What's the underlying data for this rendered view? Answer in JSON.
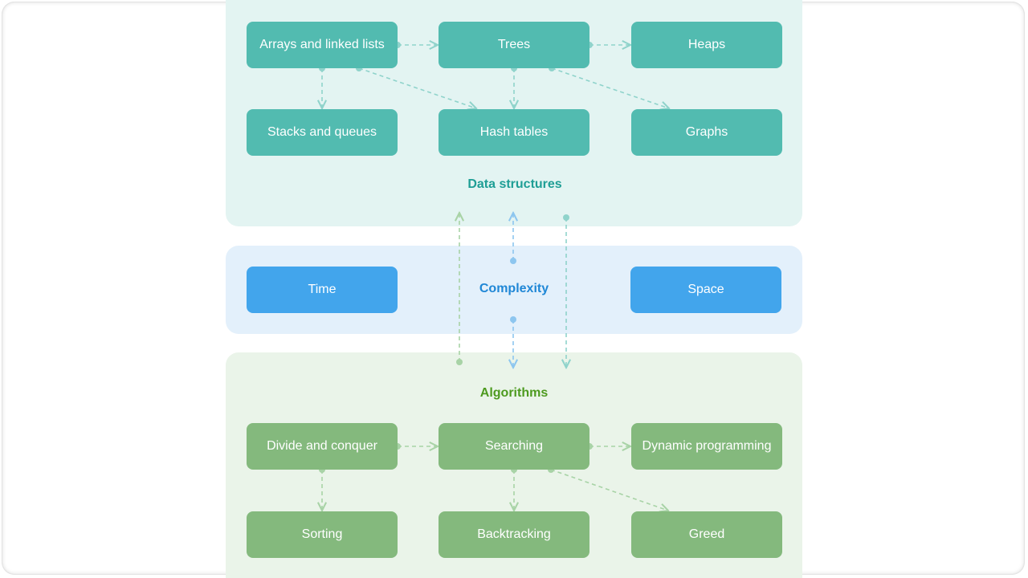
{
  "colors": {
    "teal_node": "#52bbb0",
    "blue_node": "#42a5ec",
    "green_node": "#84b97d",
    "teal_label": "#1e9e95",
    "blue_label": "#1f87d6",
    "green_label": "#4d9a1f",
    "teal_link": "#8fd3cb",
    "blue_link": "#8dc6ef",
    "green_link": "#a8d3a6"
  },
  "data_structures": {
    "label": "Data structures",
    "nodes": {
      "arrays": "Arrays and linked lists",
      "trees": "Trees",
      "heaps": "Heaps",
      "stacks": "Stacks and queues",
      "hash": "Hash tables",
      "graphs": "Graphs"
    }
  },
  "complexity": {
    "label": "Complexity",
    "nodes": {
      "time": "Time",
      "space": "Space"
    }
  },
  "algorithms": {
    "label": "Algorithms",
    "nodes": {
      "divide": "Divide and conquer",
      "searching": "Searching",
      "dp": "Dynamic programming",
      "sorting": "Sorting",
      "backtracking": "Backtracking",
      "greed": "Greed"
    }
  }
}
